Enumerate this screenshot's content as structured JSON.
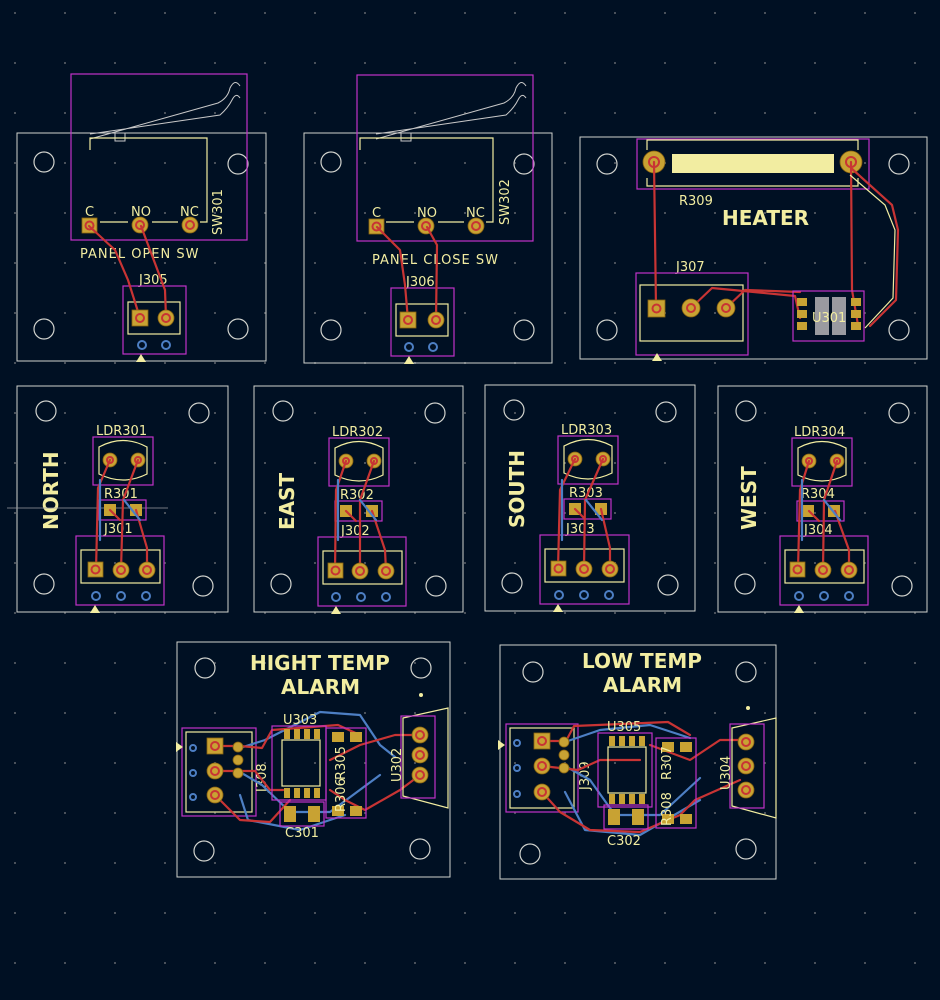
{
  "editor": "PCB layout view",
  "colors": {
    "background": "#001023",
    "edge_cuts": "#d0d2cd",
    "silkscreen": "#f2eda1",
    "courtyard": "#c033c8",
    "front_copper": "#c83434",
    "back_copper": "#4d7fc4",
    "pad": "#c8a233",
    "grid": "#85878a"
  },
  "boards": {
    "panel_open": {
      "ref": "SW301",
      "pins": [
        "C",
        "NO",
        "NC"
      ],
      "caption": "PANEL OPEN SW",
      "connector": "J305"
    },
    "panel_close": {
      "ref": "SW302",
      "pins": [
        "C",
        "NO",
        "NC"
      ],
      "caption": "PANEL CLOSE SW",
      "connector": "J306"
    },
    "heater": {
      "title": "HEATER",
      "resistor": "R309",
      "connector": "J307",
      "ic": "U301"
    },
    "north": {
      "title": "NORTH",
      "ldr": "LDR301",
      "resistor": "R301",
      "connector": "J301"
    },
    "east": {
      "title": "EAST",
      "ldr": "LDR302",
      "resistor": "R302",
      "connector": "J302"
    },
    "south": {
      "title": "SOUTH",
      "ldr": "LDR303",
      "resistor": "R303",
      "connector": "J303"
    },
    "west": {
      "title": "WEST",
      "ldr": "LDR304",
      "resistor": "R304",
      "connector": "J304"
    },
    "high_alarm": {
      "title_line1": "HIGHT TEMP",
      "title_line2": "ALARM",
      "ic": "U303",
      "resistor": "R305",
      "resistor2": "R306",
      "connector": "J308",
      "sensor": "U302",
      "capacitor": "C301"
    },
    "low_alarm": {
      "title_line1": "LOW TEMP",
      "title_line2": "ALARM",
      "ic": "U305",
      "resistor": "R307",
      "resistor2": "R308",
      "connector": "J309",
      "sensor": "U304",
      "capacitor": "C302"
    }
  }
}
